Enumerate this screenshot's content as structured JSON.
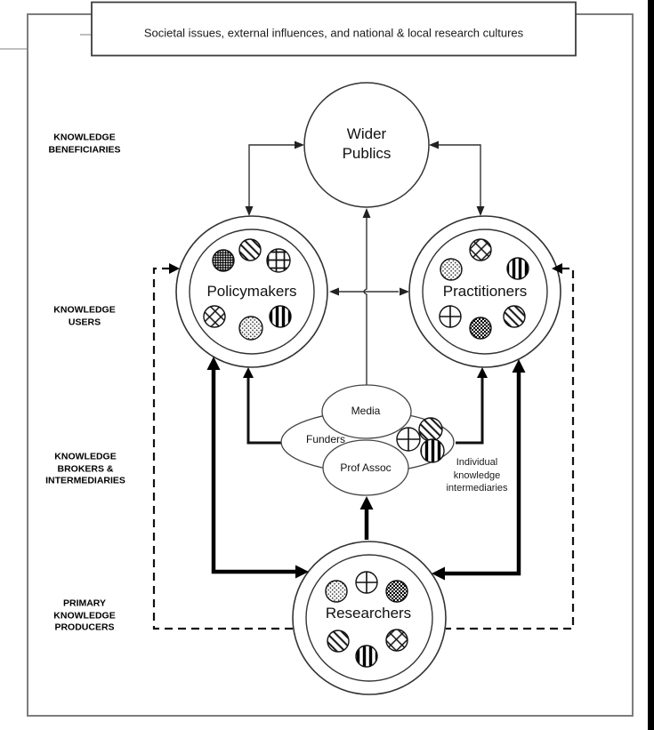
{
  "banner": {
    "text": "Societal issues, external influences, and national & local research cultures"
  },
  "row_labels": {
    "beneficiaries": "KNOWLEDGE\nBENEFICIARIES",
    "users": "KNOWLEDGE\nUSERS",
    "brokers": "KNOWLEDGE\nBROKERS &\nINTERMEDIARIES",
    "producers": "PRIMARY\nKNOWLEDGE\nPRODUCERS"
  },
  "nodes": {
    "wider_publics": "Wider\nPublics",
    "policymakers": "Policymakers",
    "practitioners": "Practitioners",
    "researchers": "Researchers"
  },
  "intermediaries": {
    "media": "Media",
    "funders": "Funders",
    "prof_assoc": "Prof Assoc",
    "caption": "Individual\nknowledge\nintermediaries"
  },
  "member_pattern_icons": [
    "dark-crosshatch-dot-icon",
    "diagonal-stripes-dot-icon",
    "grid-plaid-dot-icon",
    "x-crosshatch-dot-icon",
    "stipple-dots-dot-icon",
    "vertical-stripes-dot-icon",
    "quartered-cross-dot-icon",
    "dark-dots-dot-icon"
  ],
  "colors": {
    "background": "#ffffff",
    "thin_line": "#333333",
    "thick_line": "#000000",
    "frame_border": "#7d7d7d",
    "banner_border": "#3d3d3d",
    "right_strip": "#000000"
  }
}
